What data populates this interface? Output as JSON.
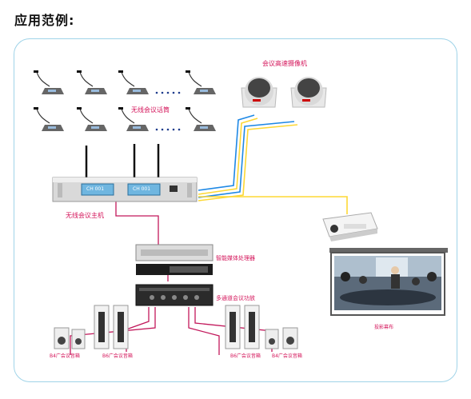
{
  "heading": "应用范例:",
  "labels": {
    "camera": "会议高速摄像机",
    "mics": "无线会议话筒",
    "host": "无线会议主机",
    "processor": "智能媒体处理器",
    "amplifier": "多通道会议功放",
    "projector_screen": "投影幕布",
    "speaker_1": "B4广会议音箱",
    "speaker_2": "B6广会议音箱",
    "speaker_3": "B6广会议音箱",
    "speaker_4": "B4广会议音箱"
  },
  "device_displays": {
    "host_screen_left": "CH 001",
    "host_screen_right": "CH 001"
  },
  "colors": {
    "cable_pink": "#c2185b",
    "cable_blue": "#1e88e5",
    "cable_yellow": "#fdd835",
    "frame": "#9fd3e8",
    "label": "#d4145a"
  }
}
